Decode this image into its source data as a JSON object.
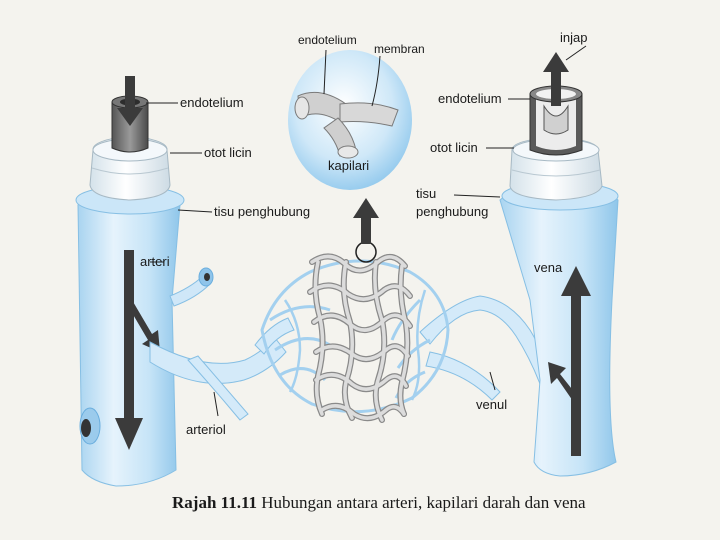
{
  "labels": {
    "artery_endothelium": "endotelium",
    "artery_smooth_muscle": "otot licin",
    "artery_connective": "tisu penghubung",
    "artery": "arteri",
    "arteriole": "arteriol",
    "cap_endothelium": "endotelium",
    "cap_membrane": "membran",
    "capillary": "kapilari",
    "vein_valve": "injap",
    "vein_endothelium": "endotelium",
    "vein_smooth_muscle": "otot licin",
    "vein_connective_1": "tisu",
    "vein_connective_2": "penghubung",
    "vein": "vena",
    "venule": "venul"
  },
  "caption": {
    "number": "Rajah 11.11",
    "text": " Hubungan antara arteri, kapilari darah dan vena"
  },
  "colors": {
    "vessel_light": "#e2f1fb",
    "vessel_mid": "#b4daf2",
    "vessel_dark": "#7fc0e8",
    "arrow": "#3b3b3b",
    "capillary_grey": "#c8c8c8"
  }
}
